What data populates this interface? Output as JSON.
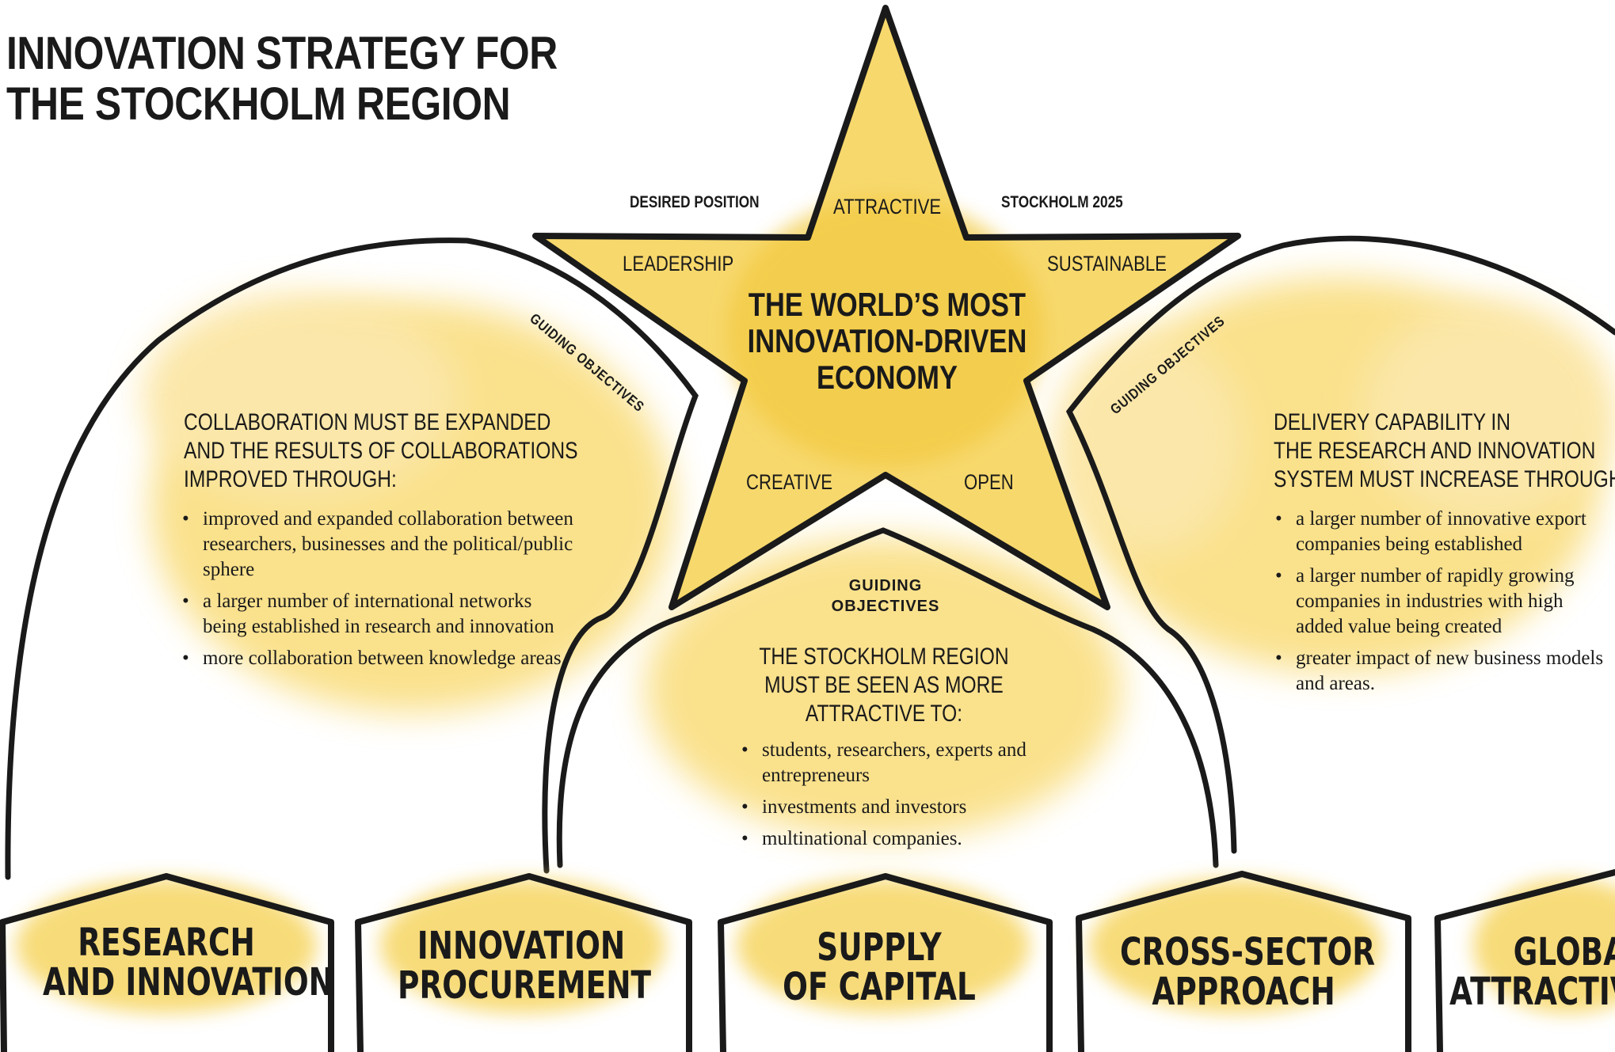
{
  "title": {
    "line1": "INNOVATION STRATEGY FOR",
    "line2": "THE STOCKHOLM REGION"
  },
  "star": {
    "desired_position": "DESIRED POSITION",
    "stockholm_2025": "STOCKHOLM 2025",
    "attractive": "ATTRACTIVE",
    "leadership": "LEADERSHIP",
    "sustainable": "SUSTAINABLE",
    "creative": "CREATIVE",
    "open": "OPEN",
    "goal": [
      "THE WORLD’S MOST",
      "INNOVATION-DRIVEN",
      "ECONOMY"
    ]
  },
  "left_dome": {
    "tag": "GUIDING OBJECTIVES",
    "heading": [
      "COLLABORATION MUST BE EXPANDED",
      "AND THE RESULTS OF COLLABORATIONS",
      "IMPROVED THROUGH:"
    ],
    "bullets": [
      "improved and expanded collaboration between researchers, businesses and the political/public sphere",
      "a larger number of international networks being established in research and innovation",
      "more collaboration between knowledge areas."
    ]
  },
  "center_dome": {
    "tag": [
      "GUIDING",
      "OBJECTIVES"
    ],
    "heading": [
      "THE STOCKHOLM REGION",
      "MUST BE SEEN AS MORE",
      "ATTRACTIVE TO:"
    ],
    "bullets": [
      "students, researchers, experts and entrepreneurs",
      "investments and investors",
      "multinational companies."
    ]
  },
  "right_dome": {
    "tag": "GUIDING OBJECTIVES",
    "heading": [
      "DELIVERY CAPABILITY IN",
      "THE RESEARCH AND INNOVATION",
      "SYSTEM MUST INCREASE THROUGH:"
    ],
    "bullets": [
      "a larger number of innovative export companies being established",
      "a larger number of rapidly growing companies in industries with high added value being created",
      "greater impact of new business models and areas."
    ]
  },
  "pillars": [
    [
      "RESEARCH",
      "AND INNOVATION"
    ],
    [
      "INNOVATION",
      "PROCUREMENT"
    ],
    [
      "SUPPLY",
      "OF CAPITAL"
    ],
    [
      "CROSS-SECTOR",
      "APPROACH"
    ],
    [
      "GLOBAL",
      "ATTRACTIVENESS"
    ]
  ],
  "colors": {
    "ink": "#1a1a1a",
    "wash": "#f6d35a",
    "wash_light": "#fbe7a0"
  }
}
